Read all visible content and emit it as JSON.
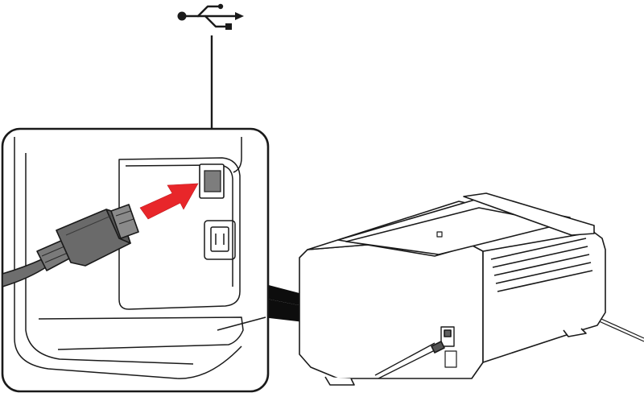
{
  "diagram": {
    "type": "instruction-illustration",
    "subject": "usb-cable-to-printer-rear-port",
    "colors": {
      "line": "#1a1a1a",
      "arrow_fill": "#e8262a",
      "panel_fill": "#ffffff",
      "shadow_fill": "#111111",
      "port_fill": "#808080",
      "cable_fill": "#6e6e6e",
      "callout_fill": "#000000"
    },
    "icons": [
      "usb-symbol-icon",
      "push-direction-arrow",
      "down-pointer-arrow"
    ]
  }
}
